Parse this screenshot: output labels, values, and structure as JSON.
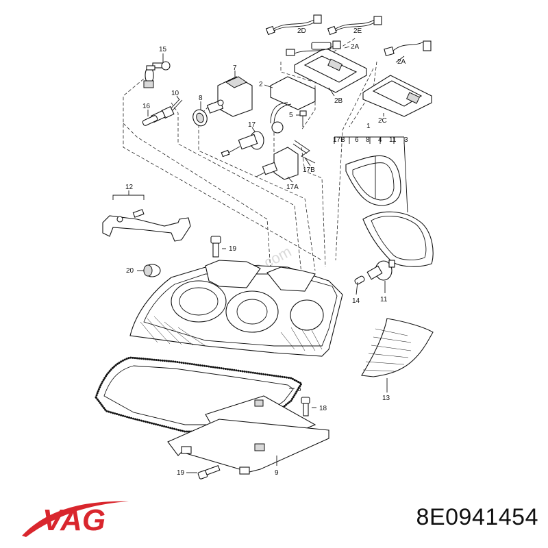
{
  "brand": {
    "logo_text": "VAG",
    "logo_color": "#d9262d"
  },
  "part_number": "8E0941454",
  "watermark": "ezap.com",
  "callouts": [
    {
      "key": "c15",
      "text": "15"
    },
    {
      "key": "c7",
      "text": "7"
    },
    {
      "key": "c10",
      "text": "10"
    },
    {
      "key": "c8",
      "text": "8"
    },
    {
      "key": "c16",
      "text": "16"
    },
    {
      "key": "c2",
      "text": "2"
    },
    {
      "key": "c5",
      "text": "5"
    },
    {
      "key": "c17",
      "text": "17"
    },
    {
      "key": "c17A",
      "text": "17A"
    },
    {
      "key": "c17B",
      "text": "17B"
    },
    {
      "key": "c2D",
      "text": "2D"
    },
    {
      "key": "c2E",
      "text": "2E"
    },
    {
      "key": "c2A_1",
      "text": "2A"
    },
    {
      "key": "c2B",
      "text": "2B"
    },
    {
      "key": "c2A_2",
      "text": "2A"
    },
    {
      "key": "c2C",
      "text": "2C"
    },
    {
      "key": "c1",
      "text": "1"
    },
    {
      "key": "c17B_h",
      "text": "17B"
    },
    {
      "key": "c6_h",
      "text": "6"
    },
    {
      "key": "c8_h",
      "text": "8"
    },
    {
      "key": "c4",
      "text": "4"
    },
    {
      "key": "c11_h",
      "text": "11"
    },
    {
      "key": "c3",
      "text": "3"
    },
    {
      "key": "c12",
      "text": "12"
    },
    {
      "key": "c19_a",
      "text": "19"
    },
    {
      "key": "c20",
      "text": "20"
    },
    {
      "key": "c14",
      "text": "14"
    },
    {
      "key": "c11",
      "text": "11"
    },
    {
      "key": "c13",
      "text": "13"
    },
    {
      "key": "c6",
      "text": "6"
    },
    {
      "key": "c18",
      "text": "18"
    },
    {
      "key": "c9",
      "text": "9"
    },
    {
      "key": "c19_b",
      "text": "19"
    }
  ]
}
